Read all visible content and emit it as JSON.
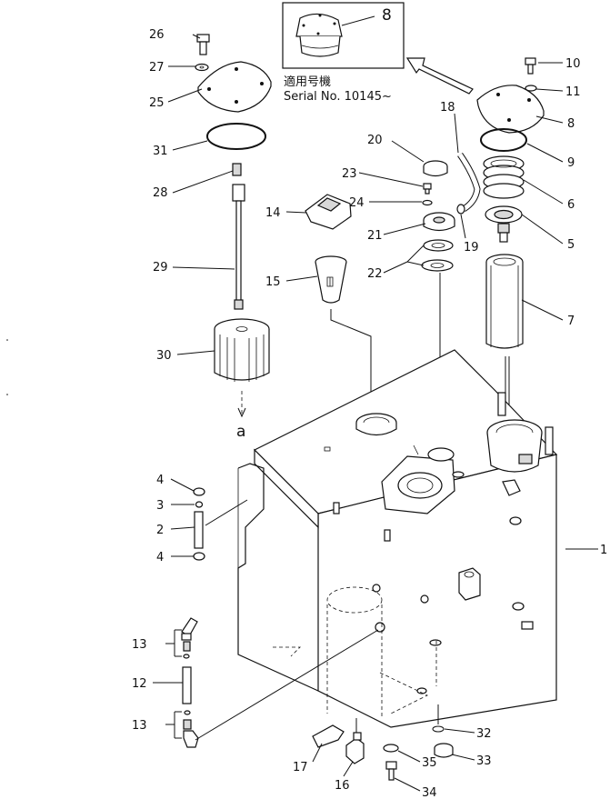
{
  "inset": {
    "callout_number": "8",
    "applicability_jp": "適用号機",
    "serial_note": "Serial  No. 10145~"
  },
  "flow_labels": {
    "left_arrow": "a",
    "tank_arrow": "a"
  },
  "callouts": [
    {
      "id": "1",
      "text": "1"
    },
    {
      "id": "2",
      "text": "2"
    },
    {
      "id": "3",
      "text": "3"
    },
    {
      "id": "4a",
      "text": "4"
    },
    {
      "id": "4b",
      "text": "4"
    },
    {
      "id": "5",
      "text": "5"
    },
    {
      "id": "6",
      "text": "6"
    },
    {
      "id": "7",
      "text": "7"
    },
    {
      "id": "8",
      "text": "8"
    },
    {
      "id": "9",
      "text": "9"
    },
    {
      "id": "10",
      "text": "10"
    },
    {
      "id": "11",
      "text": "11"
    },
    {
      "id": "12",
      "text": "12"
    },
    {
      "id": "13a",
      "text": "13"
    },
    {
      "id": "13b",
      "text": "13"
    },
    {
      "id": "14",
      "text": "14"
    },
    {
      "id": "15",
      "text": "15"
    },
    {
      "id": "16",
      "text": "16"
    },
    {
      "id": "17",
      "text": "17"
    },
    {
      "id": "18",
      "text": "18"
    },
    {
      "id": "19",
      "text": "19"
    },
    {
      "id": "20",
      "text": "20"
    },
    {
      "id": "21",
      "text": "21"
    },
    {
      "id": "22",
      "text": "22"
    },
    {
      "id": "23",
      "text": "23"
    },
    {
      "id": "24",
      "text": "24"
    },
    {
      "id": "25",
      "text": "25"
    },
    {
      "id": "26",
      "text": "26"
    },
    {
      "id": "27",
      "text": "27"
    },
    {
      "id": "28",
      "text": "28"
    },
    {
      "id": "29",
      "text": "29"
    },
    {
      "id": "30",
      "text": "30"
    },
    {
      "id": "31",
      "text": "31"
    },
    {
      "id": "32",
      "text": "32"
    },
    {
      "id": "33",
      "text": "33"
    },
    {
      "id": "34",
      "text": "34"
    },
    {
      "id": "35",
      "text": "35"
    }
  ]
}
